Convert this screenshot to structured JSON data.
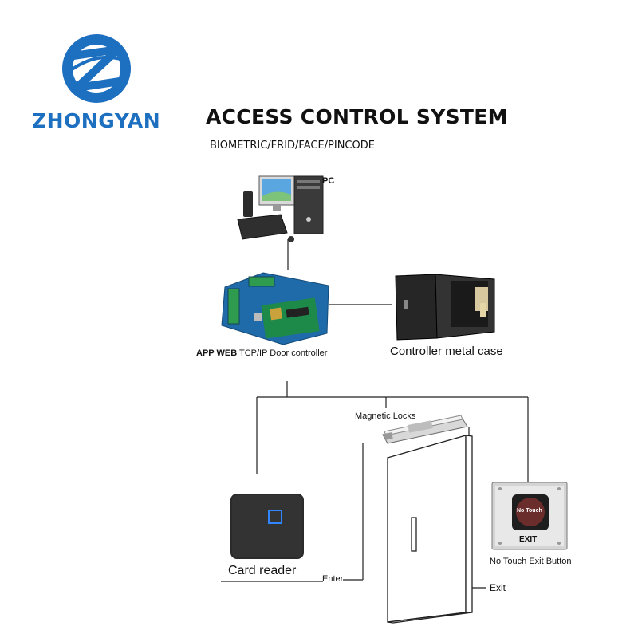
{
  "brand": {
    "name": "ZHONGYAN",
    "color": "#1d6fc0"
  },
  "header": {
    "title": "ACCESS CONTROL SYSTEM",
    "subtitle": "BIOMETRIC/FRID/FACE/PINCODE"
  },
  "components": {
    "pc": {
      "label": "PC"
    },
    "controller": {
      "label_bold": "APP WEB",
      "label_rest": " TCP/IP Door controller"
    },
    "metal_case": {
      "label": "Controller metal case"
    },
    "magnetic_lock": {
      "label": "Magnetic Locks"
    },
    "card_reader": {
      "label": "Card reader"
    },
    "exit_button": {
      "label": "No Touch Exit Button",
      "face_text": "No Touch",
      "plate_text": "EXIT"
    },
    "door": {}
  },
  "flows": {
    "enter": "Enter",
    "exit": "Exit"
  },
  "icons": [
    "zhongyan-logo-icon",
    "pc-icon",
    "controller-board-icon",
    "metal-case-icon",
    "magnetic-lock-icon",
    "door-icon",
    "card-reader-icon",
    "exit-button-icon"
  ]
}
